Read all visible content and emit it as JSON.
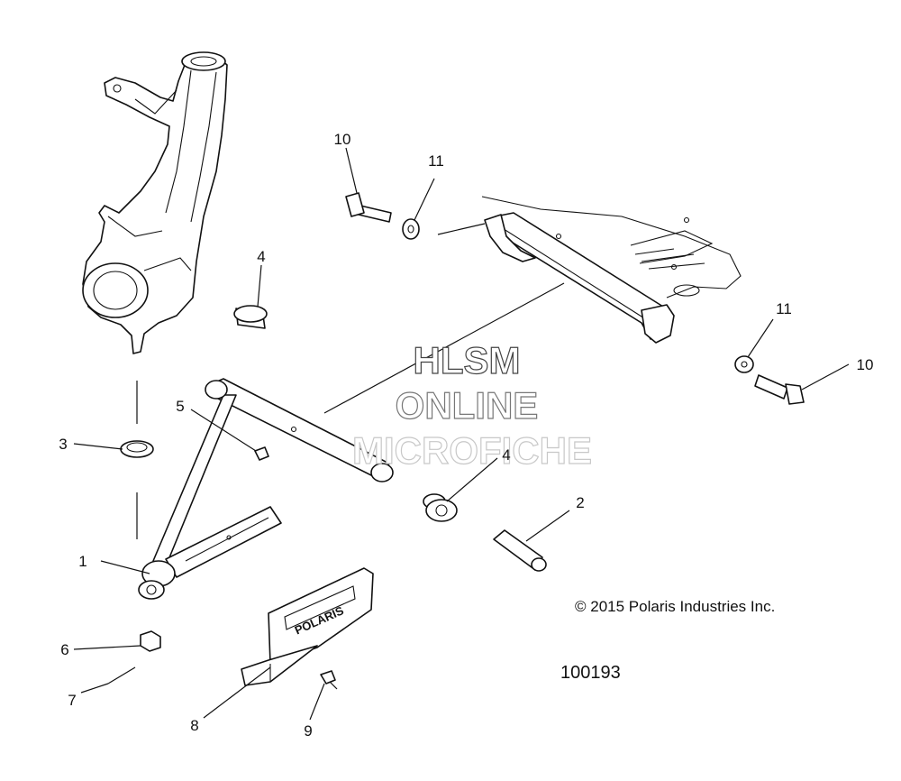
{
  "callouts": [
    {
      "id": "c1",
      "label": "1"
    },
    {
      "id": "c2",
      "label": "2"
    },
    {
      "id": "c3",
      "label": "3"
    },
    {
      "id": "c4a",
      "label": "4"
    },
    {
      "id": "c4b",
      "label": "4"
    },
    {
      "id": "c5",
      "label": "5"
    },
    {
      "id": "c6",
      "label": "6"
    },
    {
      "id": "c7",
      "label": "7"
    },
    {
      "id": "c8",
      "label": "8"
    },
    {
      "id": "c9",
      "label": "9"
    },
    {
      "id": "c10a",
      "label": "10"
    },
    {
      "id": "c10b",
      "label": "10"
    },
    {
      "id": "c11a",
      "label": "11"
    },
    {
      "id": "c11b",
      "label": "11"
    }
  ],
  "watermark": {
    "line1": "HLSM",
    "line2": "ONLINE",
    "line3": "MICROFICHE"
  },
  "copyright": "© 2015 Polaris Industries Inc.",
  "diagram_number": "100193",
  "guard_logo": "POLARIS"
}
